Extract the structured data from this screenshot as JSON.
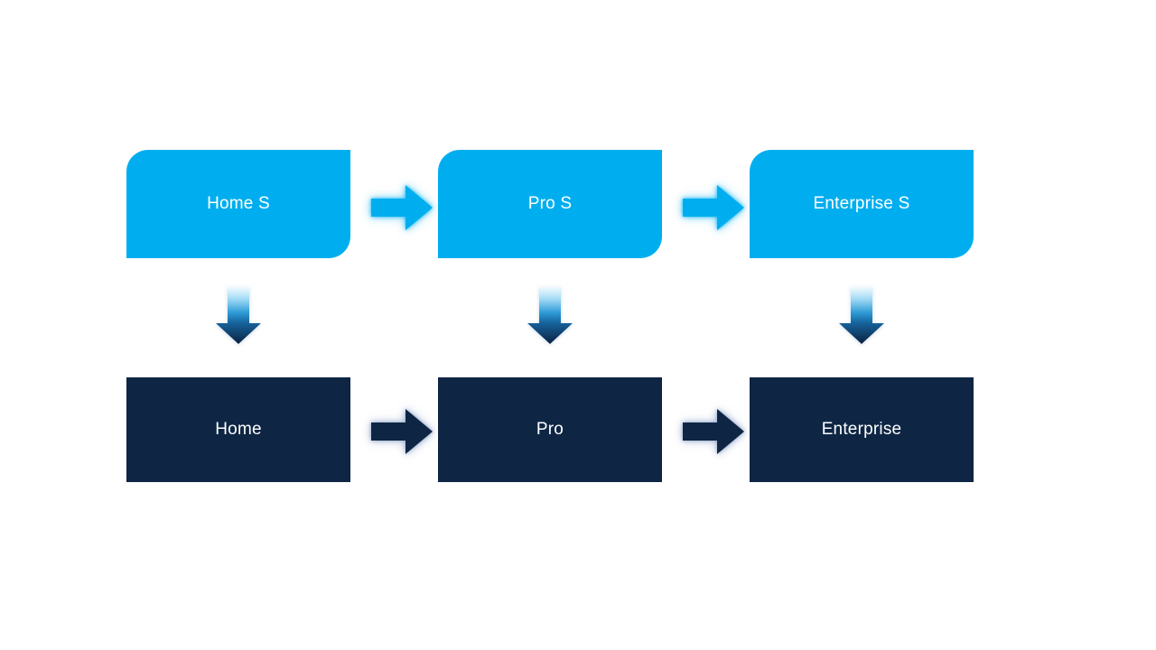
{
  "colors": {
    "background": "#FFFFFF",
    "top_box_fill": "#00AEEF",
    "bottom_box_fill": "#0E2644",
    "box_text": "#FFFFFF",
    "top_arrow_fill": "#00AEEF",
    "bottom_arrow_fill": "#0E2644",
    "down_gradient": [
      "#F2FAFE",
      "#A6DCF5",
      "#2E9BD6",
      "#16639C",
      "#0B2140"
    ]
  },
  "columns": [
    {
      "top_label": "Home S",
      "bottom_label": "Home"
    },
    {
      "top_label": "Pro S",
      "bottom_label": "Pro"
    },
    {
      "top_label": "Enterprise S",
      "bottom_label": "Enterprise"
    }
  ]
}
